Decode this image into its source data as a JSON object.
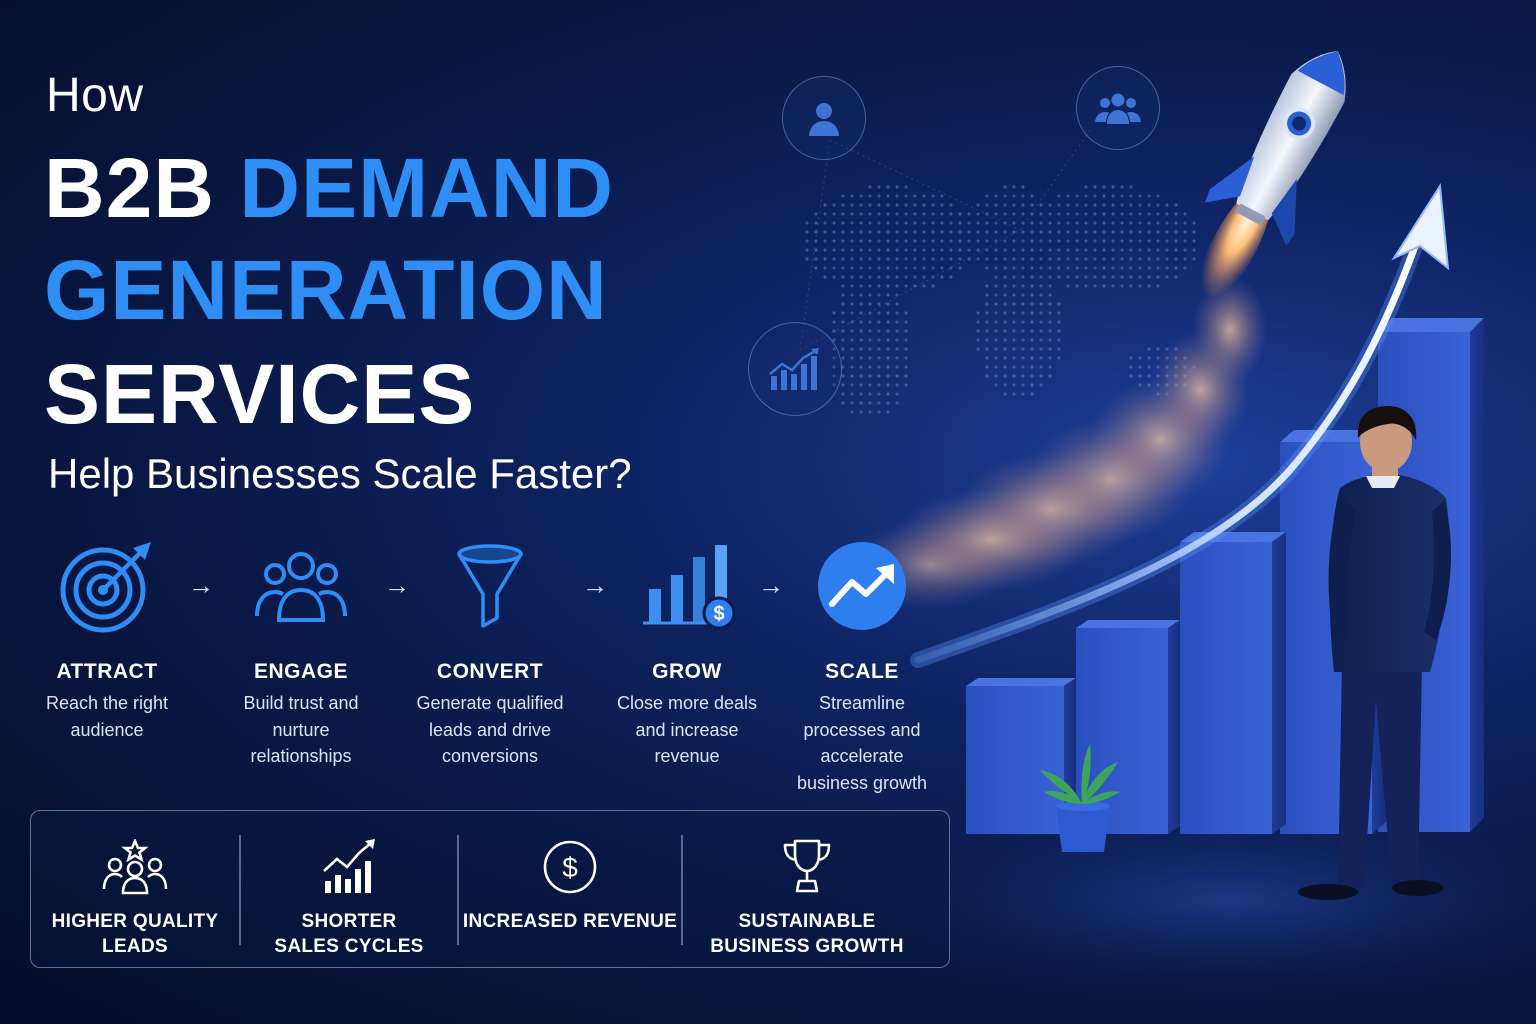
{
  "headline": {
    "how": "How",
    "line1_white": "B2B",
    "line1_blue": "DEMAND",
    "line2": "GENERATION",
    "line3": "SERVICES",
    "subtitle": "Help Businesses Scale Faster?"
  },
  "steps": [
    {
      "icon": "target-icon",
      "title": "ATTRACT",
      "desc_lines": [
        "Reach the right",
        "audience"
      ]
    },
    {
      "icon": "people-group-icon",
      "title": "ENGAGE",
      "desc_lines": [
        "Build trust and",
        "nurture",
        "relationships"
      ]
    },
    {
      "icon": "funnel-icon",
      "title": "CONVERT",
      "desc_lines": [
        "Generate qualified",
        "leads and drive",
        "conversions"
      ]
    },
    {
      "icon": "revenue-bars-icon",
      "title": "GROW",
      "desc_lines": [
        "Close more deals",
        "and increase",
        "revenue"
      ]
    },
    {
      "icon": "trend-up-circle-icon",
      "title": "SCALE",
      "desc_lines": [
        "Streamline",
        "processes and",
        "accelerate",
        "business growth"
      ]
    }
  ],
  "arrow_glyph": "→",
  "benefits": [
    {
      "icon": "star-people-icon",
      "label": "HIGHER QUALITY\nLEADS"
    },
    {
      "icon": "growth-chart-icon",
      "label": "SHORTER\nSALES CYCLES"
    },
    {
      "icon": "dollar-circle-icon",
      "label": "INCREASED REVENUE"
    },
    {
      "icon": "trophy-icon",
      "label": "SUSTAINABLE\nBUSINESS GROWTH"
    }
  ],
  "decor_icons": [
    "user-icon",
    "users-icon",
    "chart-icon",
    "rocket-icon",
    "businessman-figure",
    "plant-icon"
  ],
  "colors": {
    "accent_blue": "#2f8ef5",
    "background_dark": "#071236",
    "bar_blue": "#2e55c4",
    "text_white": "#ffffff"
  }
}
